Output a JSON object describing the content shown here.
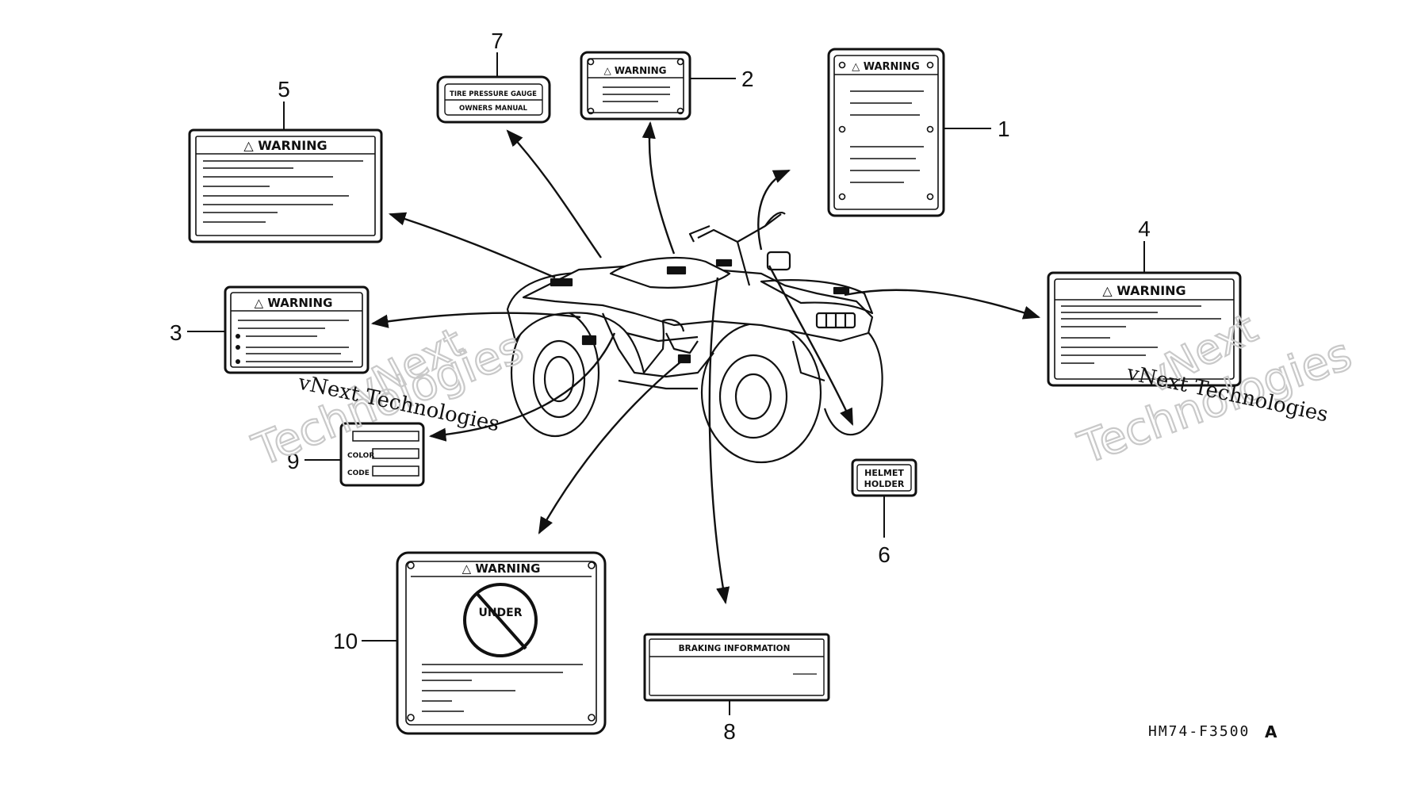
{
  "diagram": {
    "parts": [
      {
        "ref": "1",
        "label": "WARNING"
      },
      {
        "ref": "2",
        "label": "WARNING"
      },
      {
        "ref": "3",
        "label": "WARNING"
      },
      {
        "ref": "4",
        "label": "WARNING"
      },
      {
        "ref": "5",
        "label": "WARNING"
      },
      {
        "ref": "6",
        "label_line1": "HELMET",
        "label_line2": "HOLDER"
      },
      {
        "ref": "7",
        "label_line1": "TIRE PRESSURE GAUGE",
        "label_line2": "OWNERS MANUAL"
      },
      {
        "ref": "8",
        "label": "BRAKING INFORMATION"
      },
      {
        "ref": "9",
        "label_line1": "COLOR",
        "label_line2": "CODE"
      },
      {
        "ref": "10",
        "label": "WARNING",
        "symbol_text": "UNDER"
      }
    ],
    "drawing_code": "HM74-F3500",
    "drawing_code_suffix": "A"
  },
  "watermark": {
    "line1": "vNext",
    "line2": "Technologies",
    "caption": "vNext Technologies"
  },
  "colors": {
    "ink": "#111111",
    "watermark": "#c9c9c9",
    "background": "#ffffff"
  }
}
